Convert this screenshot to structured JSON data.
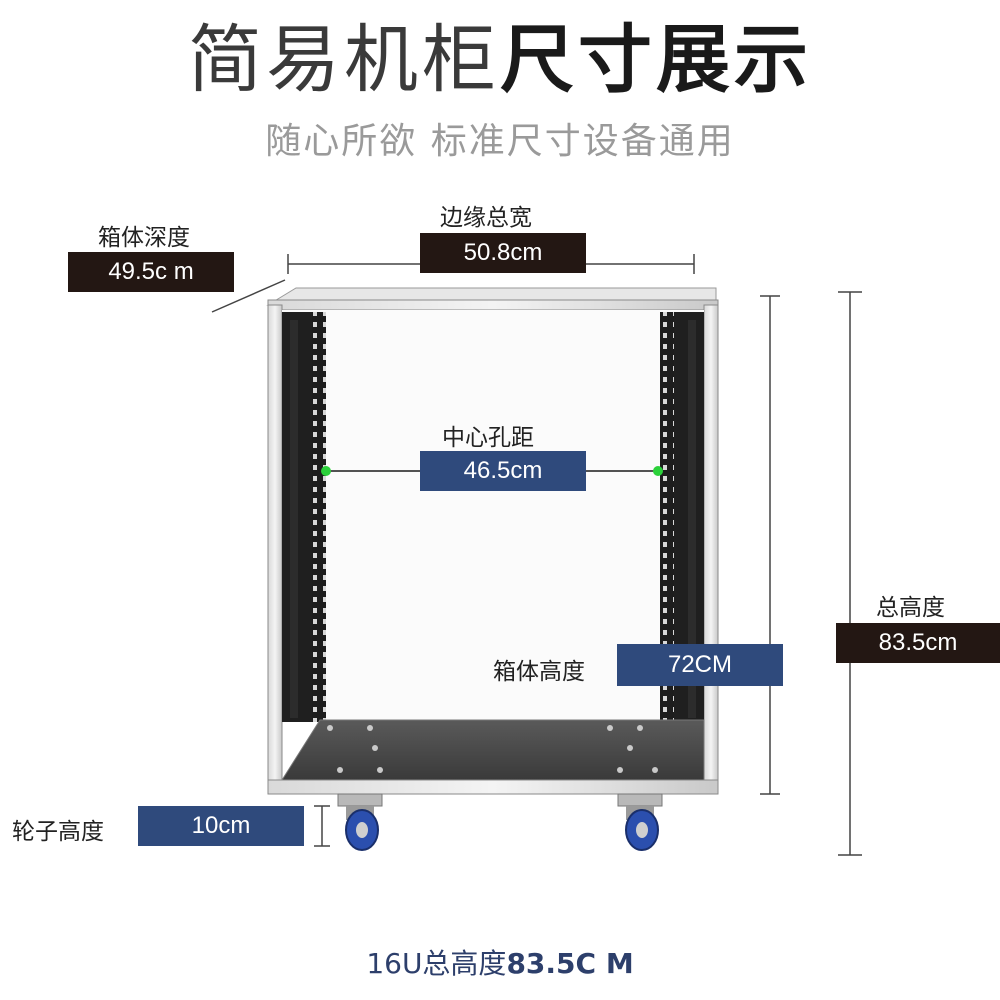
{
  "title": {
    "part1": "简易机柜",
    "part2": "尺寸展示"
  },
  "subtitle": "随心所欲 标准尺寸设备通用",
  "dims": {
    "depth": {
      "label": "箱体深度",
      "value": "49.5c m"
    },
    "width": {
      "label": "边缘总宽",
      "value": "50.8cm"
    },
    "hole": {
      "label": "中心孔距",
      "value": "46.5cm"
    },
    "total_height": {
      "label": "总高度",
      "value": "83.5cm"
    },
    "box_height": {
      "label": "箱体高度",
      "value": "72CM"
    },
    "wheel_height": {
      "label": "轮子高度",
      "value": "10cm"
    }
  },
  "footer": {
    "prefix": "16U总高度",
    "value": "83.5C M"
  },
  "colors": {
    "dark_box": "#231713",
    "navy_box": "#2f4a7c",
    "accent_dot": "#2bd13a",
    "wheel": "#2b4fae"
  }
}
